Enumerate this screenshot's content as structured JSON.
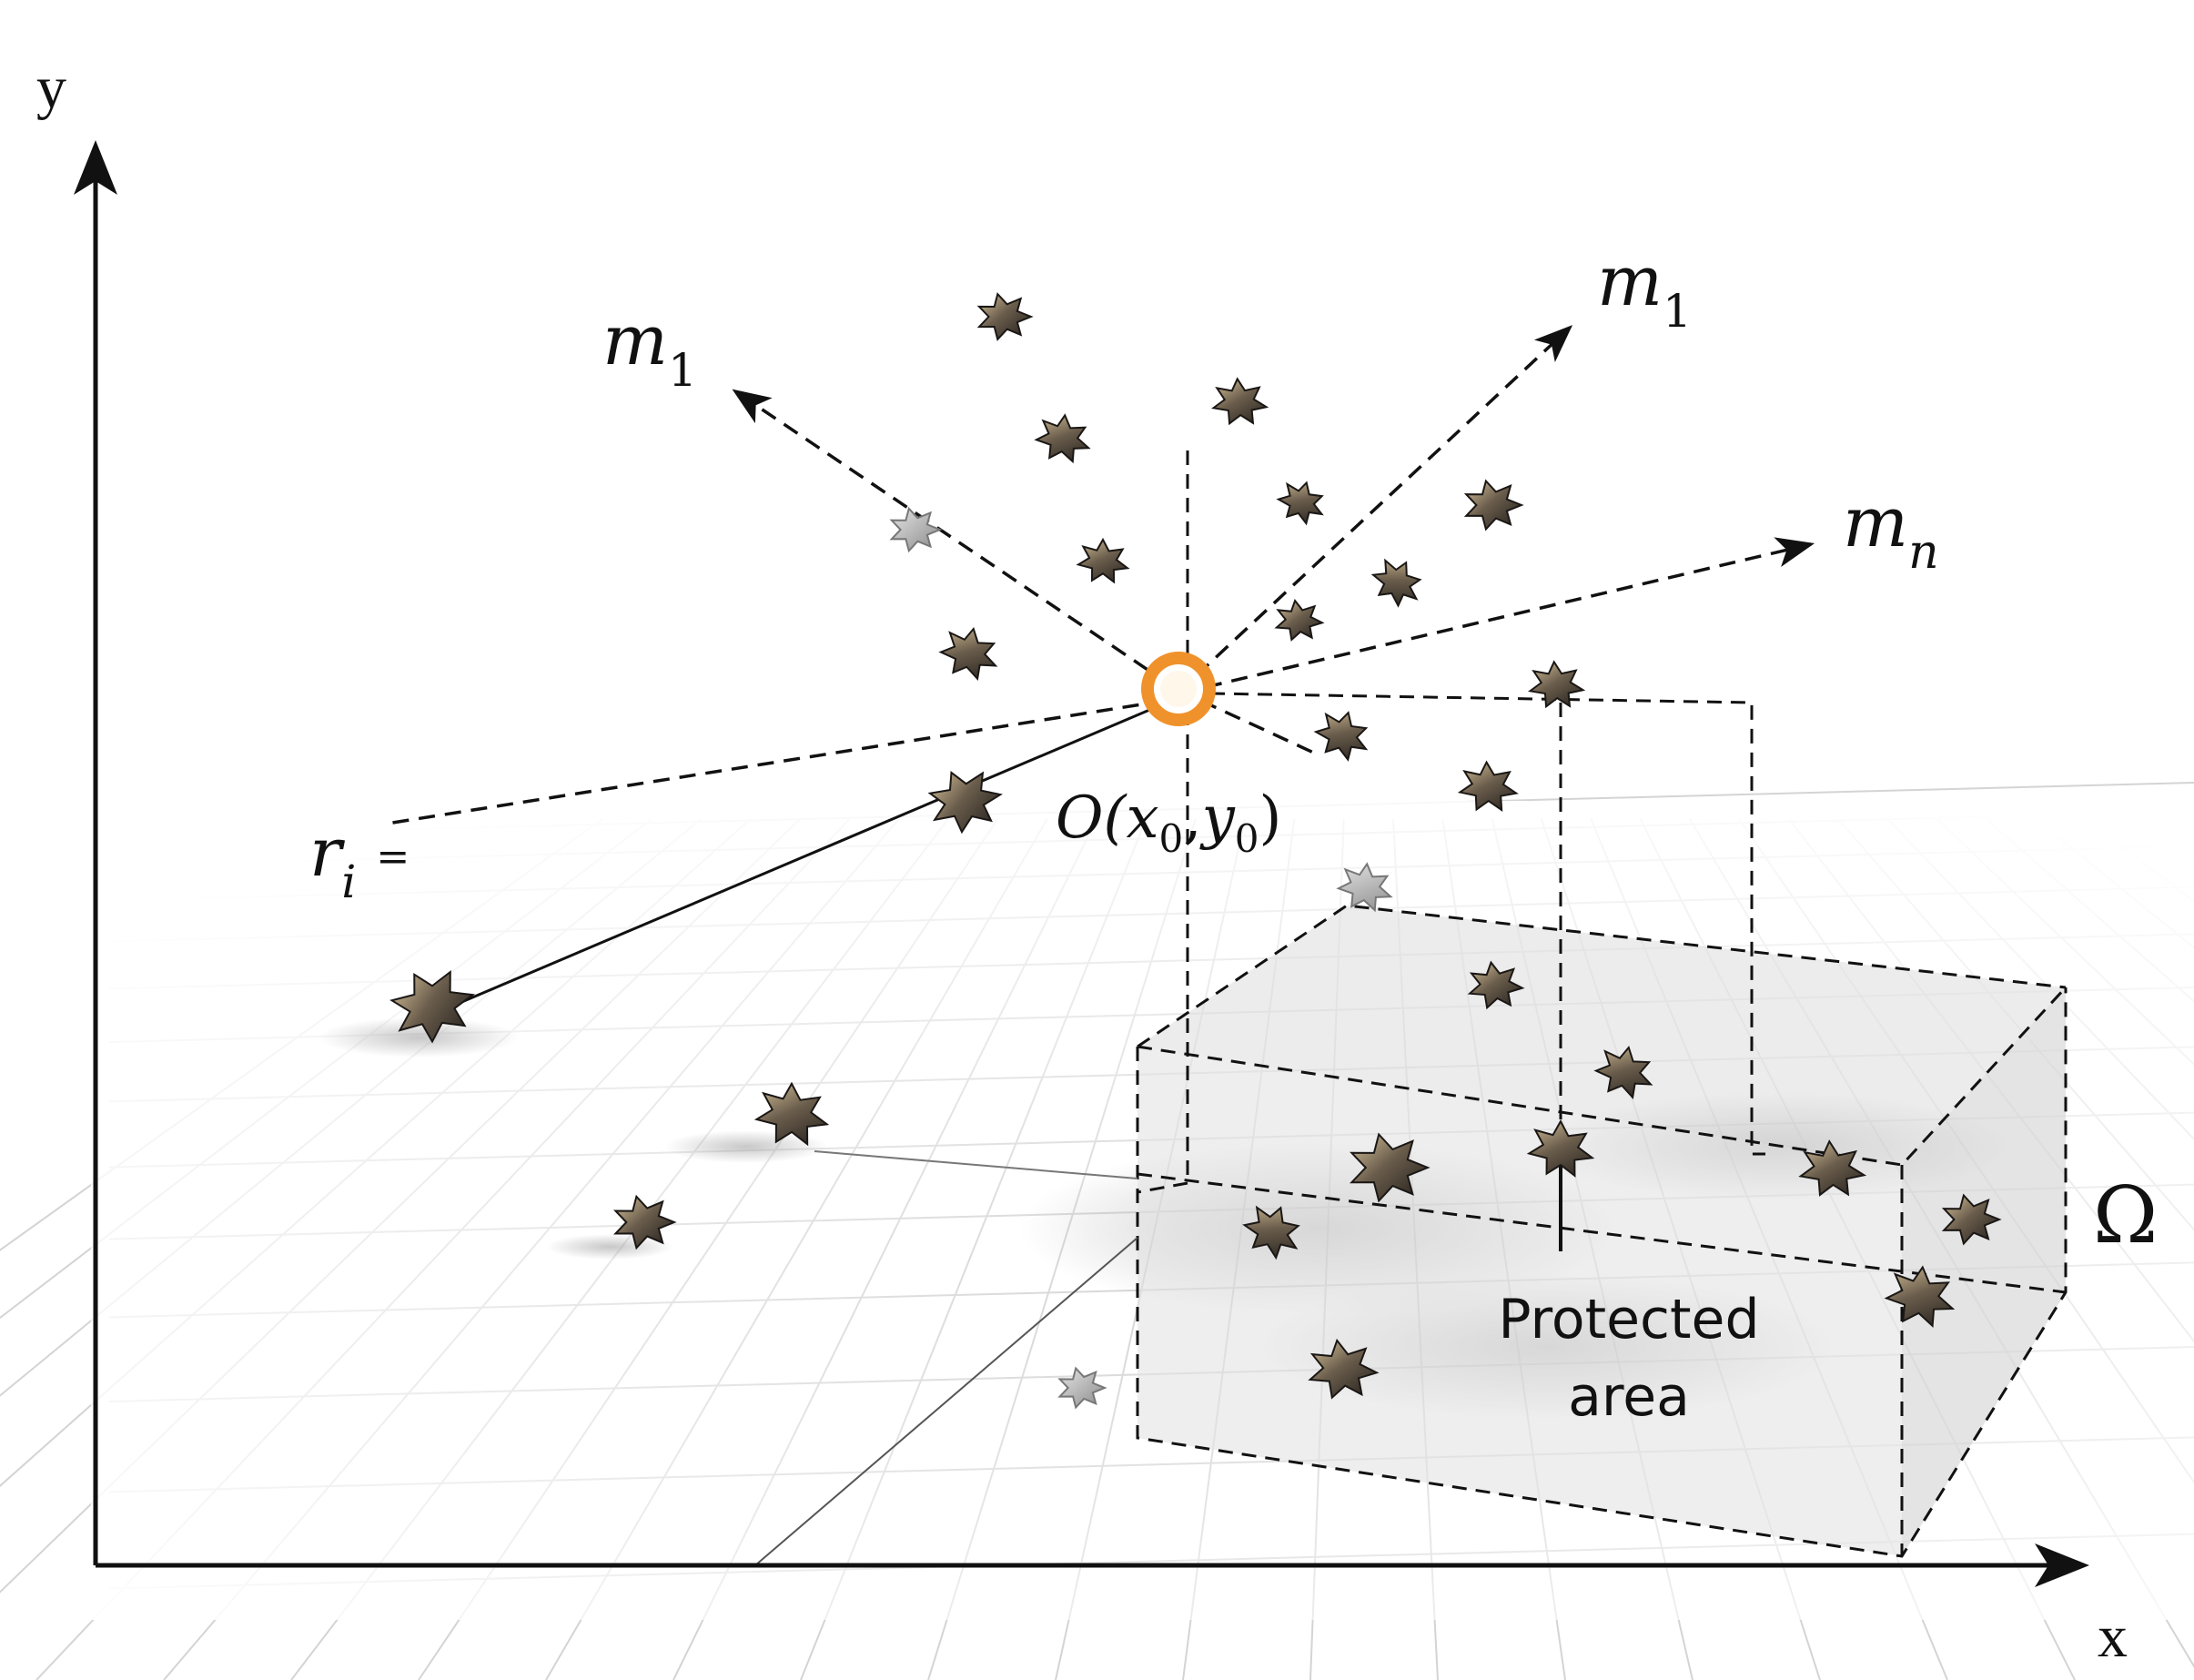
{
  "axes": {
    "x_label": "x",
    "y_label": "y"
  },
  "labels": {
    "m1_left": {
      "base": "m",
      "sub": "1"
    },
    "m1_right": {
      "base": "m",
      "sub": "1"
    },
    "mn": {
      "base": "m",
      "sub": "n"
    },
    "ri": {
      "base": "r",
      "sub": "i",
      "suffix": "="
    },
    "origin": {
      "prefix": "O(",
      "x": "x",
      "x_sub": "0",
      "comma": ",",
      "y": "y",
      "y_sub": "0",
      "suffix": ")"
    },
    "omega": "Ω",
    "protected_line1": "Protected",
    "protected_line2": "area"
  },
  "colors": {
    "origin_ring": "#f0922b",
    "axis": "#111111",
    "grid": "#d4d4d4",
    "fragment_dark": "#3a3530",
    "fragment_light": "#b89b6e",
    "fragment_grey": "#9a9a9a",
    "box_fill": "#e6e6e6"
  },
  "icons": {
    "fragment": "debris-fragment-icon",
    "origin": "explosion-origin-icon"
  }
}
